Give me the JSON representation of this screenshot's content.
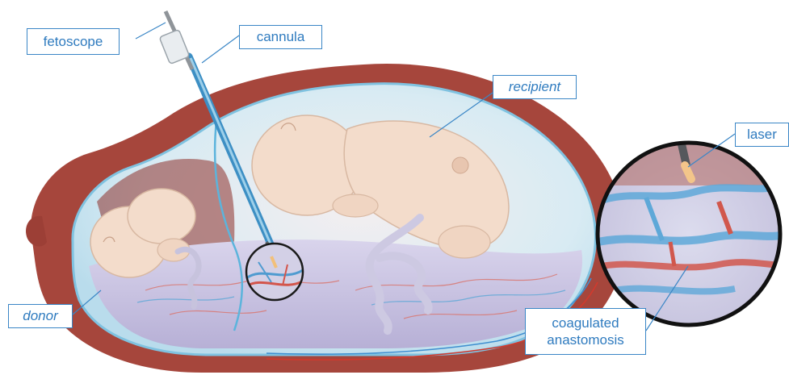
{
  "labels": {
    "fetoscope": "fetoscope",
    "cannula": "cannula",
    "recipient": "recipient",
    "donor": "donor",
    "laser": "laser",
    "coagulated_line1": "coagulated",
    "coagulated_line2": "anastomosis"
  },
  "colors": {
    "label_text": "#2f7bbf",
    "label_border": "#3a86c6",
    "uterine_wall": "#a6463c",
    "amniotic_fluid": "#cfe7f2",
    "fetus_skin": "#f3dccb",
    "placenta": "#c8c2e0"
  }
}
